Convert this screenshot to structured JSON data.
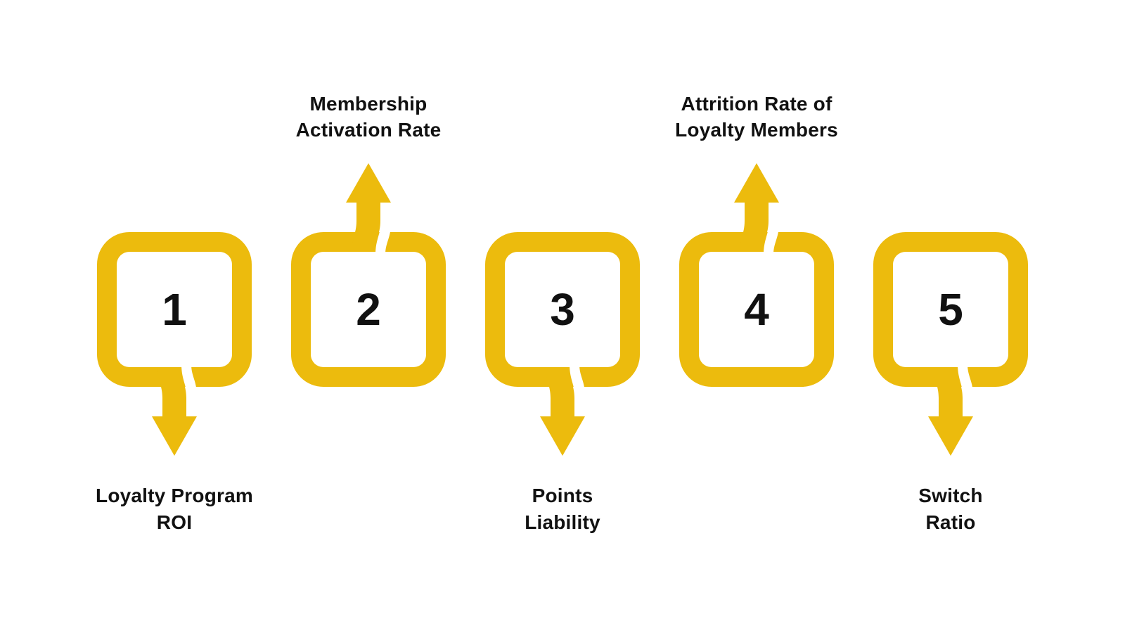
{
  "palette": {
    "accent": "#ECBB0D",
    "notch": "#FFFFFF",
    "text": "#111111",
    "background": "#FFFFFF"
  },
  "diagram_title": "",
  "steps": [
    {
      "number": "1",
      "label_line1": "Loyalty Program",
      "label_line2": "ROI",
      "label_position": "bottom",
      "arrow_direction": "down"
    },
    {
      "number": "2",
      "label_line1": "Membership",
      "label_line2": "Activation Rate",
      "label_position": "top",
      "arrow_direction": "up"
    },
    {
      "number": "3",
      "label_line1": "Points",
      "label_line2": "Liability",
      "label_position": "bottom",
      "arrow_direction": "down"
    },
    {
      "number": "4",
      "label_line1": "Attrition Rate of",
      "label_line2": "Loyalty Members",
      "label_position": "top",
      "arrow_direction": "up"
    },
    {
      "number": "5",
      "label_line1": "Switch",
      "label_line2": "Ratio",
      "label_position": "bottom",
      "arrow_direction": "down"
    }
  ]
}
